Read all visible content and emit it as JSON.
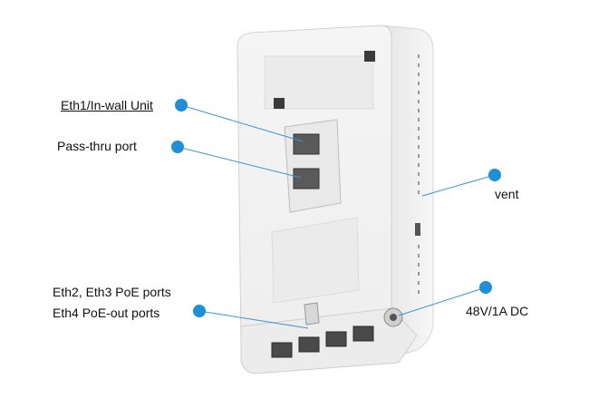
{
  "labels": {
    "eth1": "Eth1/In-wall Unit",
    "passthru": "Pass-thru port",
    "vent": "vent",
    "eth2_eth3": "Eth2, Eth3 PoE ports",
    "eth4": "Eth4 PoE-out ports",
    "dc": "48V/1A DC"
  },
  "colors": {
    "dot": "#1f8fd6",
    "leader": "#3a94d4",
    "device_body": "#f3f3f3"
  }
}
